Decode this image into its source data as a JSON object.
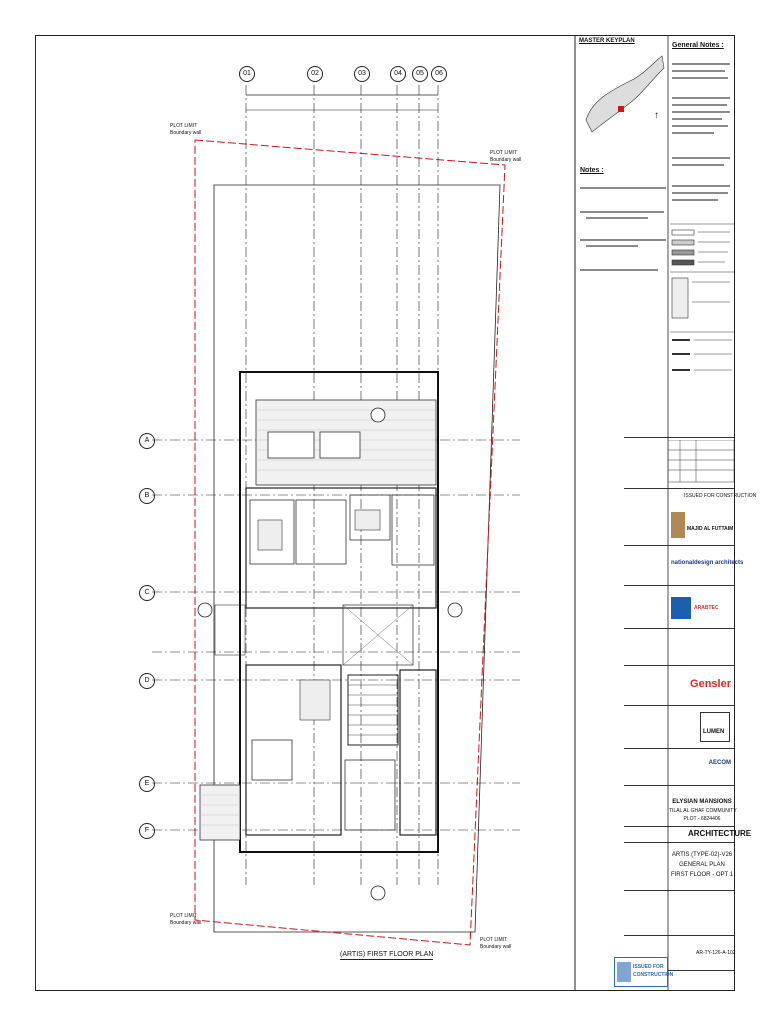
{
  "labels": {
    "master_key_plan": "MASTER KEYPLAN",
    "general_notes": "General Notes :",
    "notes": "Notes :",
    "plot_limit": "PLOT LIMIT",
    "boundary_wall": "Boundary wall",
    "plan_title": "(ARTIS) FIRST FLOOR PLAN",
    "issued_for_construction": "ISSUED FOR CONSTRUCTION"
  },
  "grid": {
    "columns": [
      "01",
      "02",
      "03",
      "04",
      "05",
      "06"
    ],
    "rows": [
      "A",
      "B",
      "C",
      "D",
      "E",
      "F"
    ]
  },
  "logos": {
    "client": "MAJID AL FUTTAIM",
    "architect": "nationaldesign architects",
    "contractor": "ARABTEC",
    "lighting": "Gensler",
    "interior": "LUMEN",
    "mep": "AECOM"
  },
  "project": {
    "name": "ELYSIAN MANSIONS",
    "community": "TILAL AL GHAF COMMUNITY",
    "plot": "PLOT - 6824406"
  },
  "discipline": "ARCHITECTURE",
  "drawing_title": [
    "ARTIS (TYPE-02)-V26",
    "GENERAL PLAN",
    "FIRST FLOOR - OPT 1"
  ],
  "drawing_no": "AR-TY-126-A-102",
  "stamp": [
    "ISSUED FOR",
    "CONSTRUCTION"
  ]
}
